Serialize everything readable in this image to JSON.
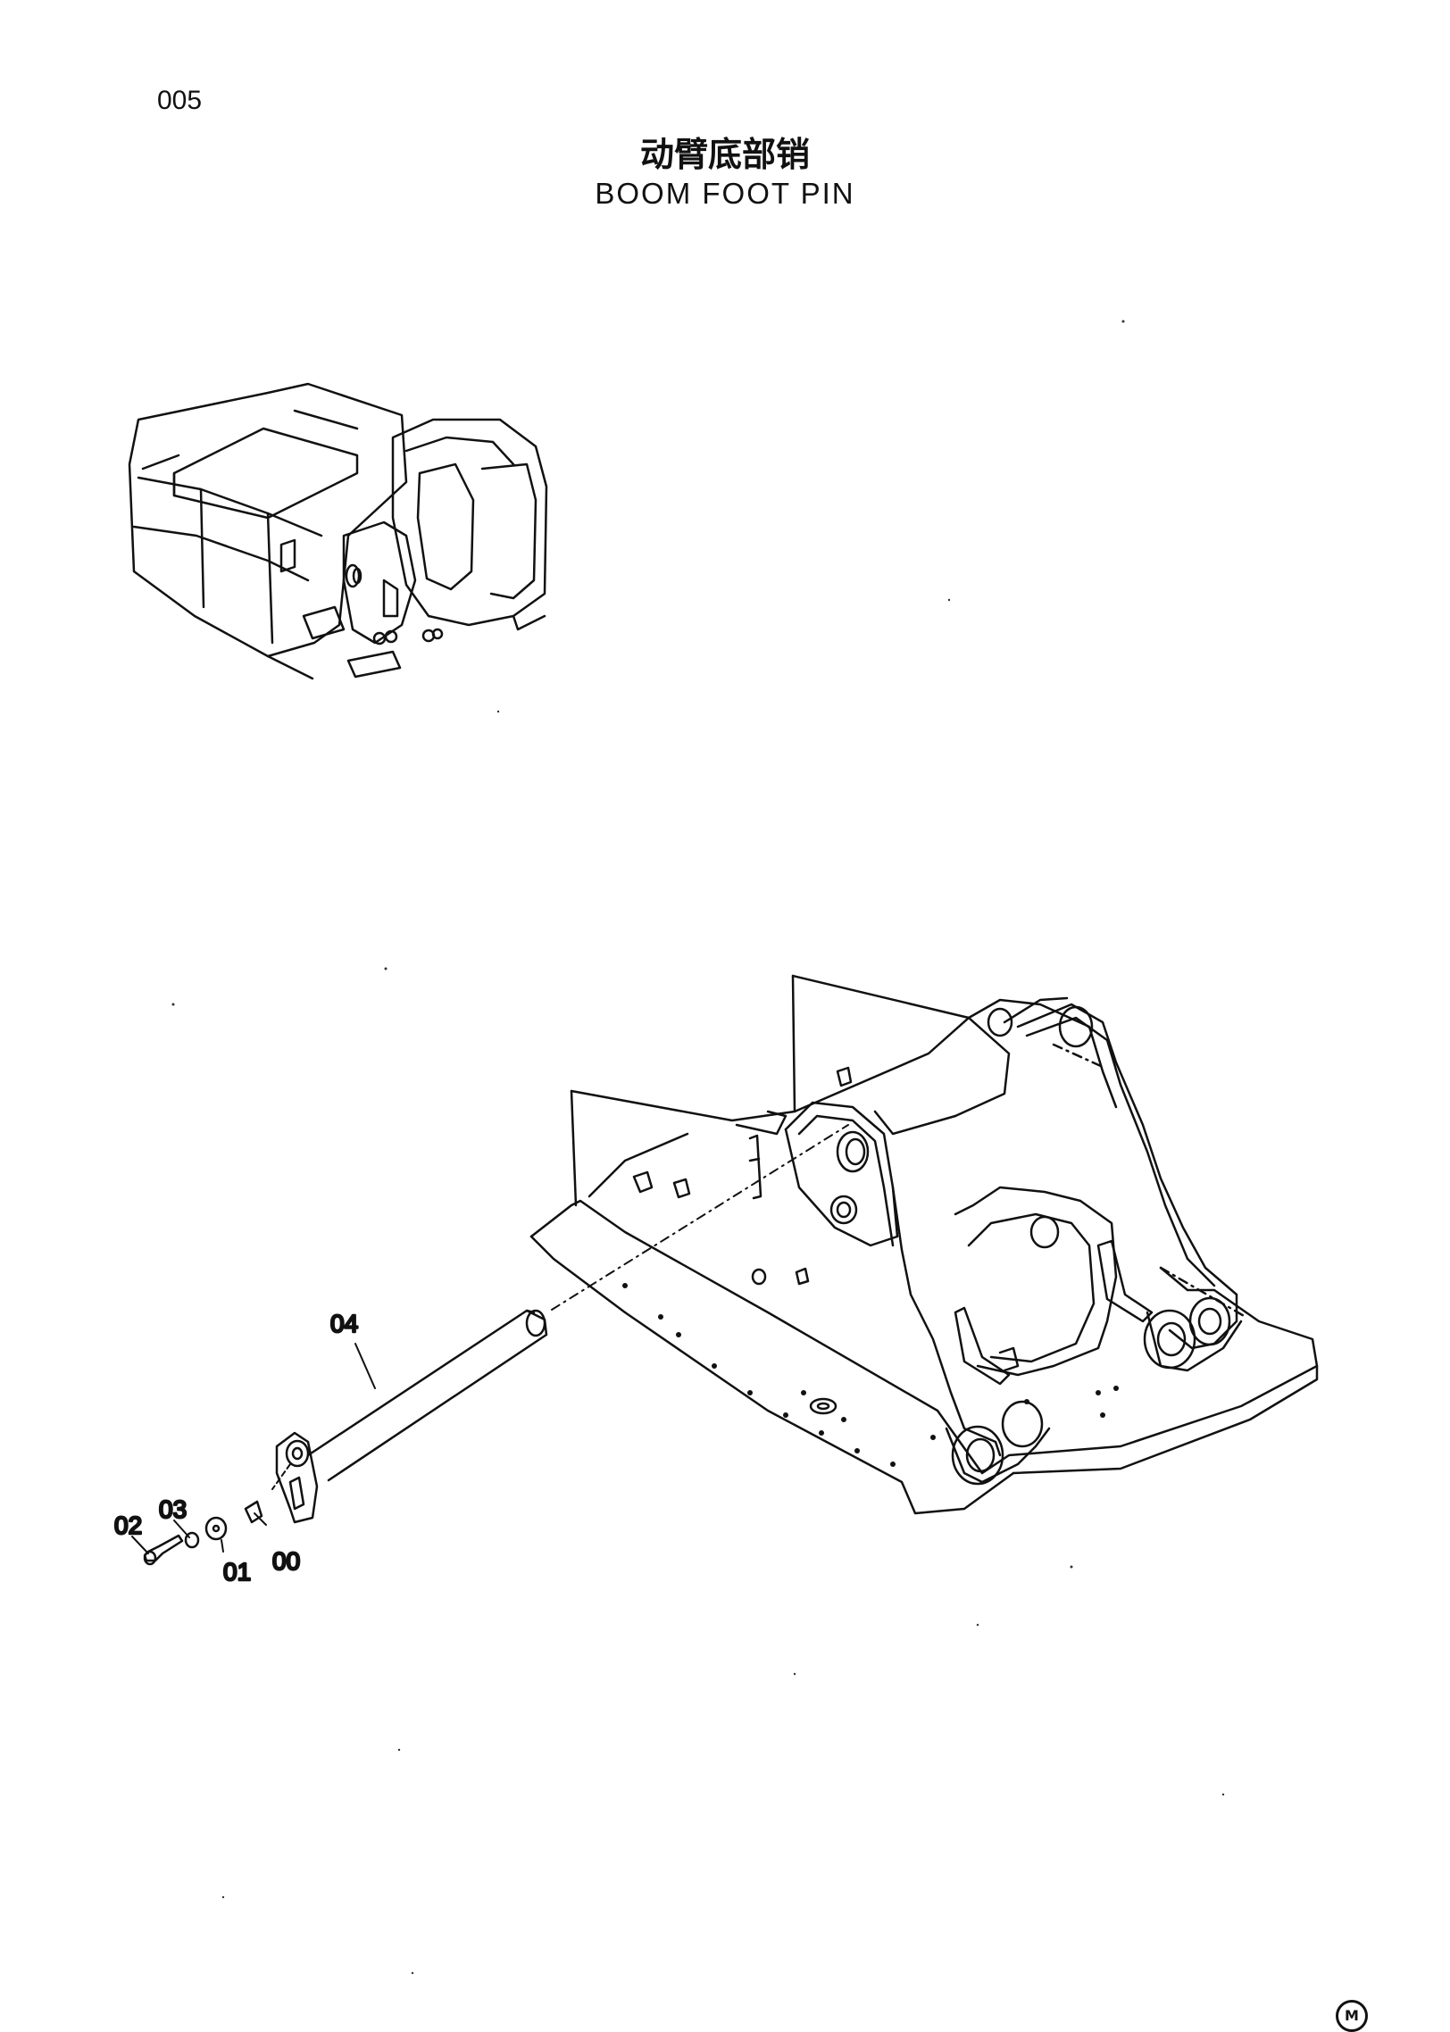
{
  "page_number": "005",
  "title_cn": "动臂底部销",
  "title_en": "BOOM FOOT PIN",
  "callouts": [
    "04",
    "03",
    "02",
    "01",
    "00"
  ],
  "mark": "M"
}
